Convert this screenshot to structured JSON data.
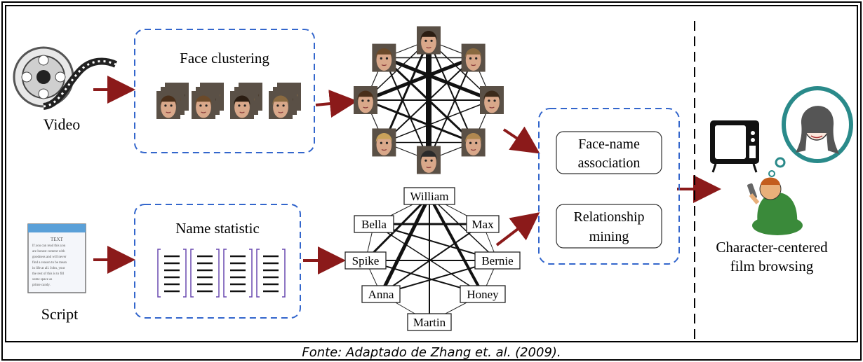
{
  "inputs": {
    "video_label": "Video",
    "script_label": "Script",
    "script_doc_text": [
      "TEXT",
      "If you can read this you",
      "are honest content with",
      "goodness and will never",
      "find a reason to be mean",
      "in life at all. John, your",
      "the rest of this is to fill",
      "some space as",
      "prime candy."
    ]
  },
  "face_clustering": {
    "title": "Face clustering"
  },
  "name_statistic": {
    "title": "Name statistic"
  },
  "face_graph": {
    "node_count": 8
  },
  "name_graph": {
    "nodes": [
      "William",
      "Bella",
      "Max",
      "Spike",
      "Bernie",
      "Anna",
      "Honey",
      "Martin"
    ]
  },
  "association": {
    "item1": [
      "Face-name",
      "association"
    ],
    "item2": [
      "Relationship",
      "mining"
    ]
  },
  "output": {
    "label_line1": "Character-centered",
    "label_line2": "film browsing"
  },
  "caption": "Fonte: Adaptado de Zhang et. al. (2009).",
  "colors": {
    "dashed_box": "#3366cc",
    "arrow": "#8b1a1a",
    "face_skin": "#d9a88a",
    "person_green": "#3a8a3a"
  }
}
